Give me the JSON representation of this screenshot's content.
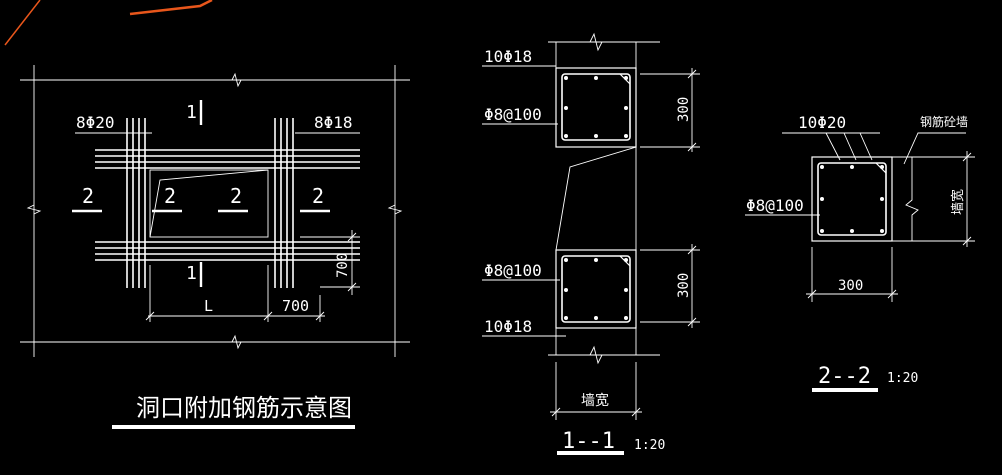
{
  "colors": {
    "background": "#000000",
    "lines": "#ffffff",
    "accent": "#e8561b"
  },
  "left_drawing": {
    "title": "洞口附加钢筋示意图",
    "bar_label_left": "8Φ20",
    "bar_label_right": "8Φ18",
    "section_1_top": "1",
    "section_1_bottom": "1",
    "section_2_a": "2",
    "section_2_b": "2",
    "section_2_c": "2",
    "section_2_d": "2",
    "dim_vertical": "700",
    "dim_L": "L",
    "dim_horizontal": "700"
  },
  "section_1_1": {
    "top_bars": "10Φ18",
    "top_stirrup": "Φ8@100",
    "bottom_stirrup": "Φ8@100",
    "bottom_bars": "10Φ18",
    "dim_top": "300",
    "dim_bottom": "300",
    "width_label": "墙宽",
    "title": "1--1",
    "scale": "1:20"
  },
  "section_2_2": {
    "bars": "10Φ20",
    "stirrup": "Φ8@100",
    "wall_label": "钢筋砼墙",
    "width_label": "墙宽",
    "dim": "300",
    "title": "2--2",
    "scale": "1:20"
  }
}
